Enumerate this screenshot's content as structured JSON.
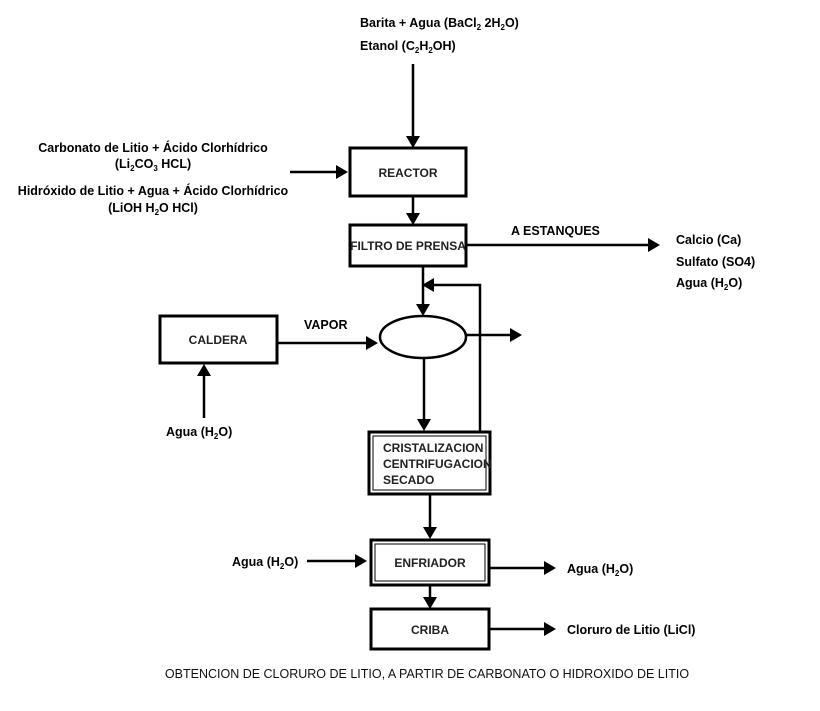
{
  "diagram": {
    "caption": "OBTENCION DE CLORURO DE LITIO, A PARTIR DE CARBONATO O HIDROXIDO DE LITIO",
    "nodes": {
      "reactor": "REACTOR",
      "filtro": "FILTRO DE PRENSA",
      "caldera": "CALDERA",
      "cristal_1": "CRISTALIZACION",
      "cristal_2": "CENTRIFUGACION",
      "cristal_3": "SECADO",
      "enfriador": "ENFRIADOR",
      "criba": "CRIBA"
    },
    "labels": {
      "barita_a": "Barita + Agua (BaCl",
      "barita_s1": "2",
      "barita_b": " 2H",
      "barita_s2": "2",
      "barita_c": "O)",
      "etanol_a": "Etanol (C",
      "etanol_s1": "2",
      "etanol_b": "H",
      "etanol_s2": "2",
      "etanol_c": "OH)",
      "carbonato": "Carbonato de Litio + Ácido Clorhídrico",
      "li2co3_a": "(Li",
      "li2co3_s1": "2",
      "li2co3_b": "CO",
      "li2co3_s2": "3",
      "li2co3_c": " HCL)",
      "hidroxido": "Hidróxido de Litio + Agua + Ácido Clorhídrico",
      "lioh_a": "(LiOH H",
      "lioh_s1": "2",
      "lioh_b": "O HCl)",
      "estanques": "A ESTANQUES",
      "calcio": "Calcio (Ca)",
      "sulfato": "Sulfato (SO4)",
      "agua_a": "Agua (H",
      "agua_s": "2",
      "agua_b": "O)",
      "vapor": "VAPOR",
      "cloruro": "Cloruro de Litio (LiCl)"
    }
  }
}
